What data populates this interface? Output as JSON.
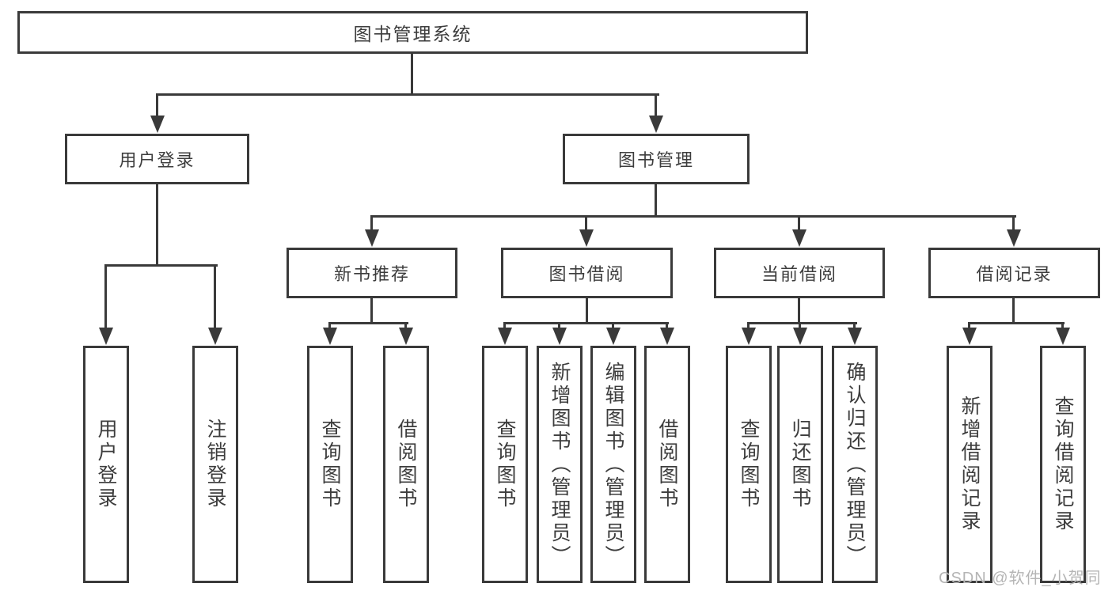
{
  "diagram": {
    "root": {
      "label": "图书管理系统"
    },
    "branches": [
      {
        "label": "用户登录",
        "children": [
          {
            "label": "用户登录"
          },
          {
            "label": "注销登录"
          }
        ]
      },
      {
        "label": "图书管理",
        "children": [
          {
            "label": "新书推荐",
            "children": [
              {
                "label": "查询图书"
              },
              {
                "label": "借阅图书"
              }
            ]
          },
          {
            "label": "图书借阅",
            "children": [
              {
                "label": "查询图书"
              },
              {
                "label": "新增图书（管理员）"
              },
              {
                "label": "编辑图书（管理员）"
              },
              {
                "label": "借阅图书"
              }
            ]
          },
          {
            "label": "当前借阅",
            "children": [
              {
                "label": "查询图书"
              },
              {
                "label": "归还图书"
              },
              {
                "label": "确认归还（管理员）"
              }
            ]
          },
          {
            "label": "借阅记录",
            "children": [
              {
                "label": "新增借阅记录"
              },
              {
                "label": "查询借阅记录"
              }
            ]
          }
        ]
      }
    ]
  },
  "watermark": {
    "text": "CSDN @软件_小贺同学"
  },
  "colors": {
    "line": "#3a3a3a",
    "text": "#3d3d3d",
    "watermark": "#b5b5b5",
    "background": "#ffffff"
  }
}
